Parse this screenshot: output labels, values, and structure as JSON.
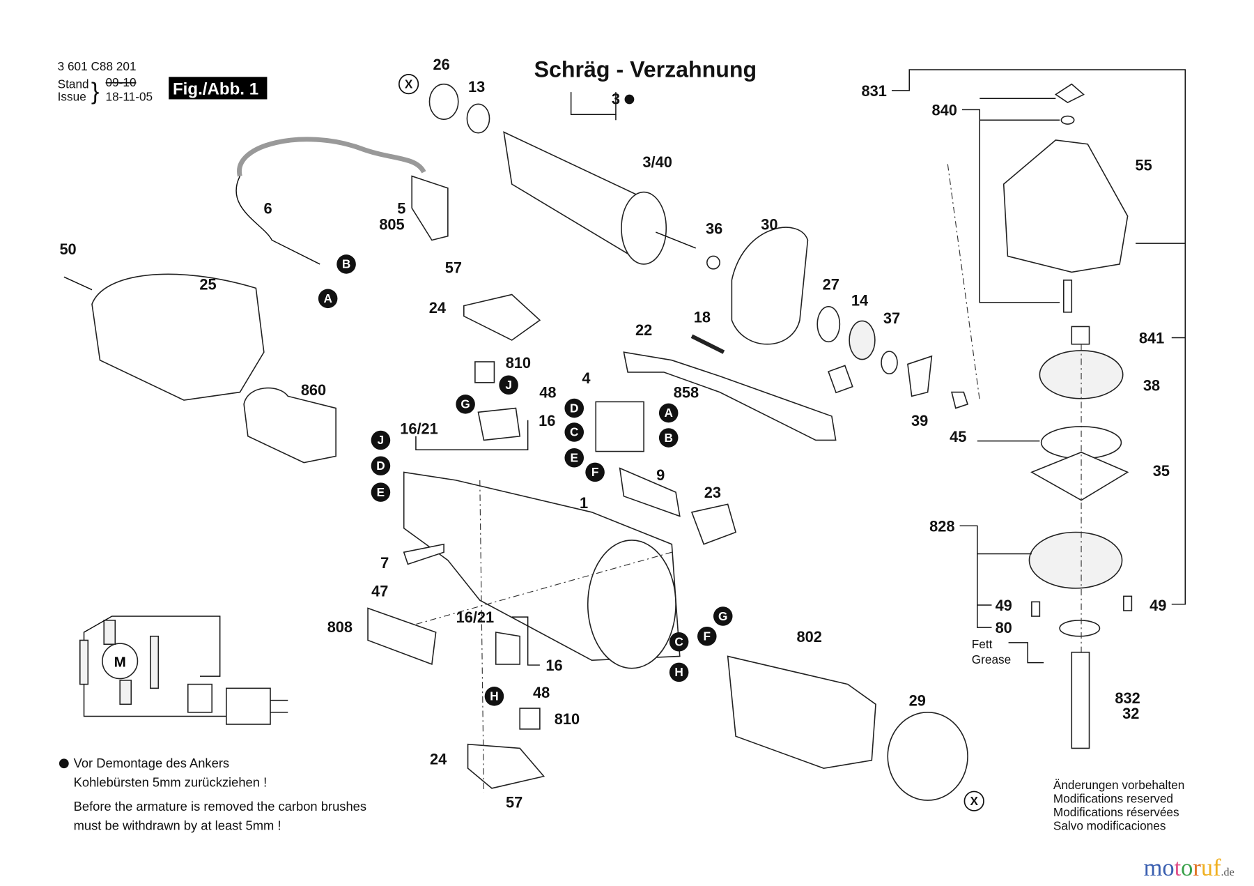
{
  "header": {
    "part_number": "3 601 C88 201",
    "stand_label": "Stand",
    "issue_label": "Issue",
    "stand_value": "09-10",
    "issue_value": "18-11-05",
    "figure_badge": "Fig./Abb. 1"
  },
  "title": "Schräg - Verzahnung",
  "part_labels": [
    "26",
    "13",
    "3",
    "3/40",
    "5",
    "805",
    "6",
    "50",
    "25",
    "57",
    "24",
    "810",
    "48",
    "16",
    "16/21",
    "860",
    "36",
    "30",
    "27",
    "14",
    "37",
    "18",
    "22",
    "4",
    "858",
    "39",
    "45",
    "9",
    "23",
    "1",
    "7",
    "47",
    "808",
    "16/21",
    "16",
    "48",
    "810",
    "24",
    "57",
    "802",
    "29",
    "831",
    "840",
    "55",
    "841",
    "38",
    "35",
    "828",
    "49",
    "49",
    "80",
    "832",
    "32"
  ],
  "connector_labels": [
    "X",
    "B",
    "A",
    "J",
    "G",
    "J",
    "D",
    "E",
    "D",
    "A",
    "C",
    "B",
    "E",
    "F",
    "H",
    "G",
    "F",
    "C",
    "H",
    "X"
  ],
  "grease": {
    "line1": "Fett",
    "line2": "Grease"
  },
  "note": {
    "de_line1": "Vor Demontage des Ankers",
    "de_line2": "Kohlebürsten 5mm zurückziehen !",
    "en_line1": "Before the armature is removed the carbon brushes",
    "en_line2": "must be withdrawn by at least 5mm !"
  },
  "motor_symbol": "M",
  "disclaimer": [
    "Änderungen vorbehalten",
    "Modifications reserved",
    "Modifications réservées",
    "Salvo modificaciones"
  ],
  "watermark": {
    "text": "motoruf",
    "suffix": ".de",
    "colors": [
      "#3a5fb0",
      "#e0508a",
      "#3aa04a",
      "#e07020",
      "#f0b020"
    ]
  }
}
